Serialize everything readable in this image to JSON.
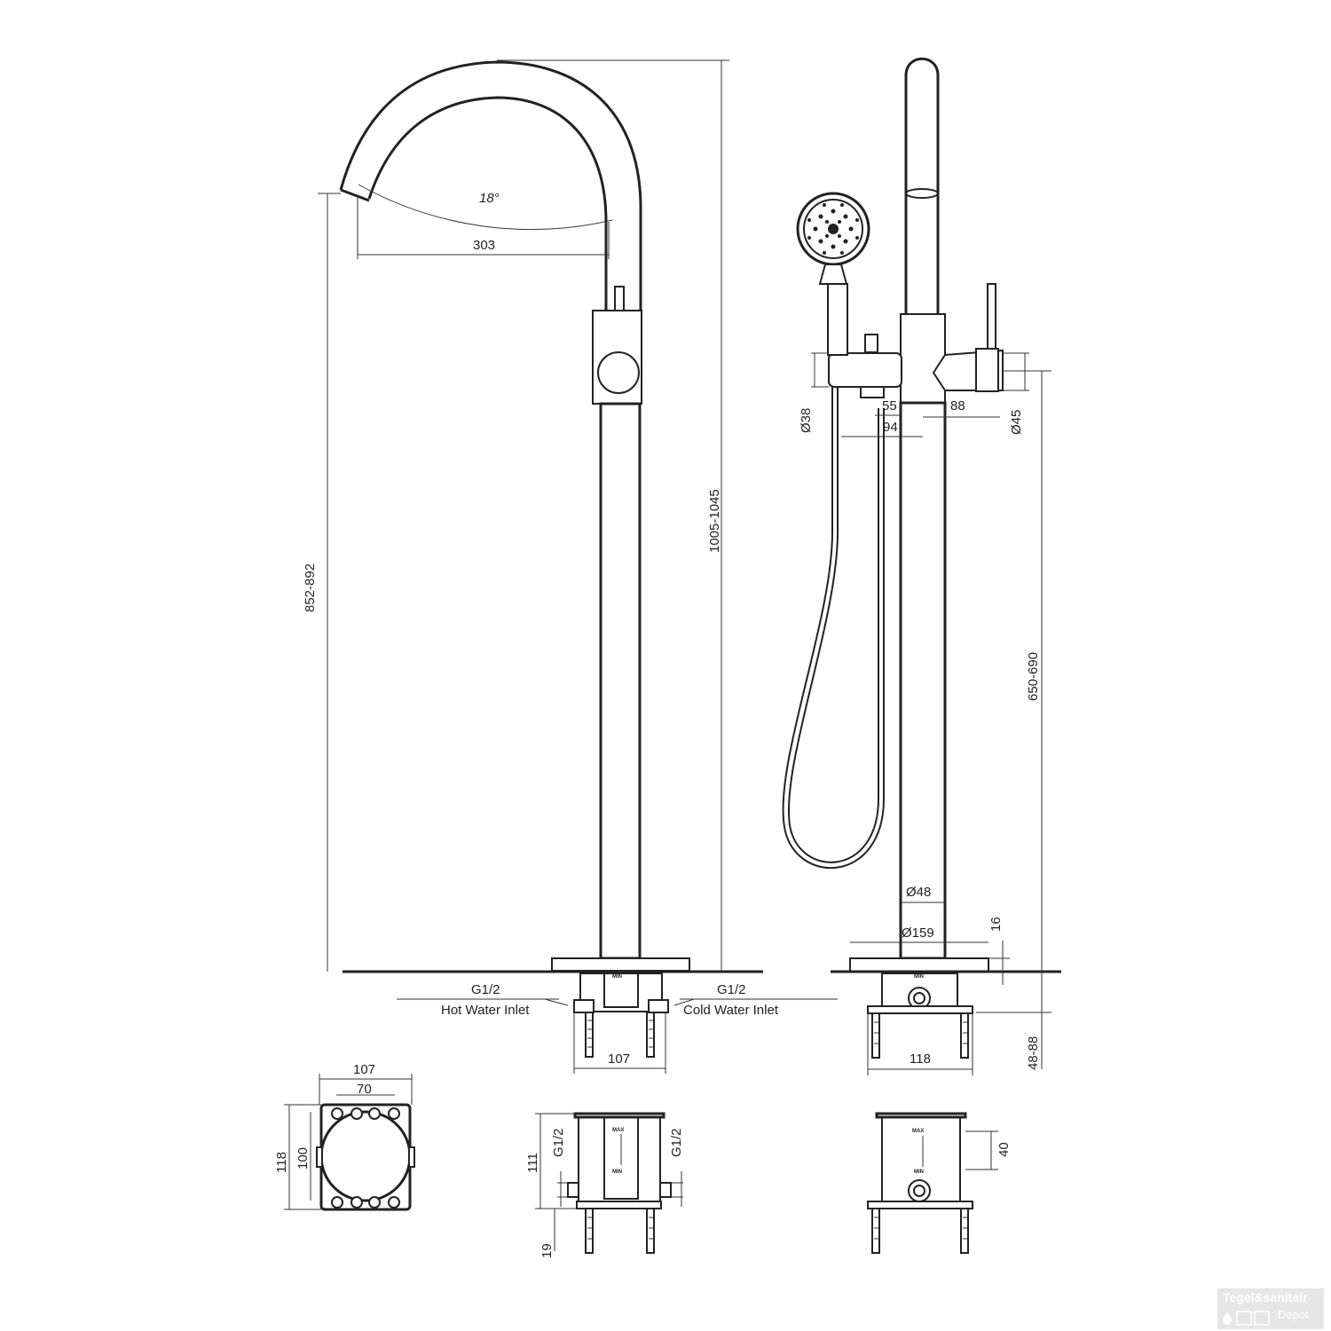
{
  "drawing": {
    "side_view": {
      "angle": "18°",
      "spout_reach": "303",
      "spout_height": "852-892",
      "total_height": "1005-1045",
      "hot_inlet_thread": "G1/2",
      "hot_inlet_label": "Hot Water Inlet",
      "cold_inlet_thread": "G1/2",
      "cold_inlet_label": "Cold Water Inlet",
      "box_width": "107"
    },
    "front_view": {
      "diverter_dia": "Ø38",
      "offset_55": "55",
      "offset_94": "94",
      "handle_88": "88",
      "body_dia": "Ø45",
      "column_dia": "Ø48",
      "base_dia": "Ø159",
      "base_thickness": "16",
      "mixer_height": "650-690",
      "install_depth": "48-88",
      "box_width": "118"
    },
    "box_top_view": {
      "outer_width": "107",
      "inner_width": "70",
      "outer_height": "118",
      "inner_height": "100"
    },
    "box_side_view": {
      "thread_left": "G1/2",
      "thread_right": "G1/2",
      "height": "111",
      "leg": "19",
      "max_mark": "MAX",
      "min_mark": "MIN"
    },
    "box_front_view": {
      "range": "40",
      "max_mark": "MAX",
      "min_mark": "MIN"
    },
    "small_min_mark": "MIN"
  },
  "watermark": {
    "line1": "Tegel&sanitair",
    "line2": "Depot"
  }
}
